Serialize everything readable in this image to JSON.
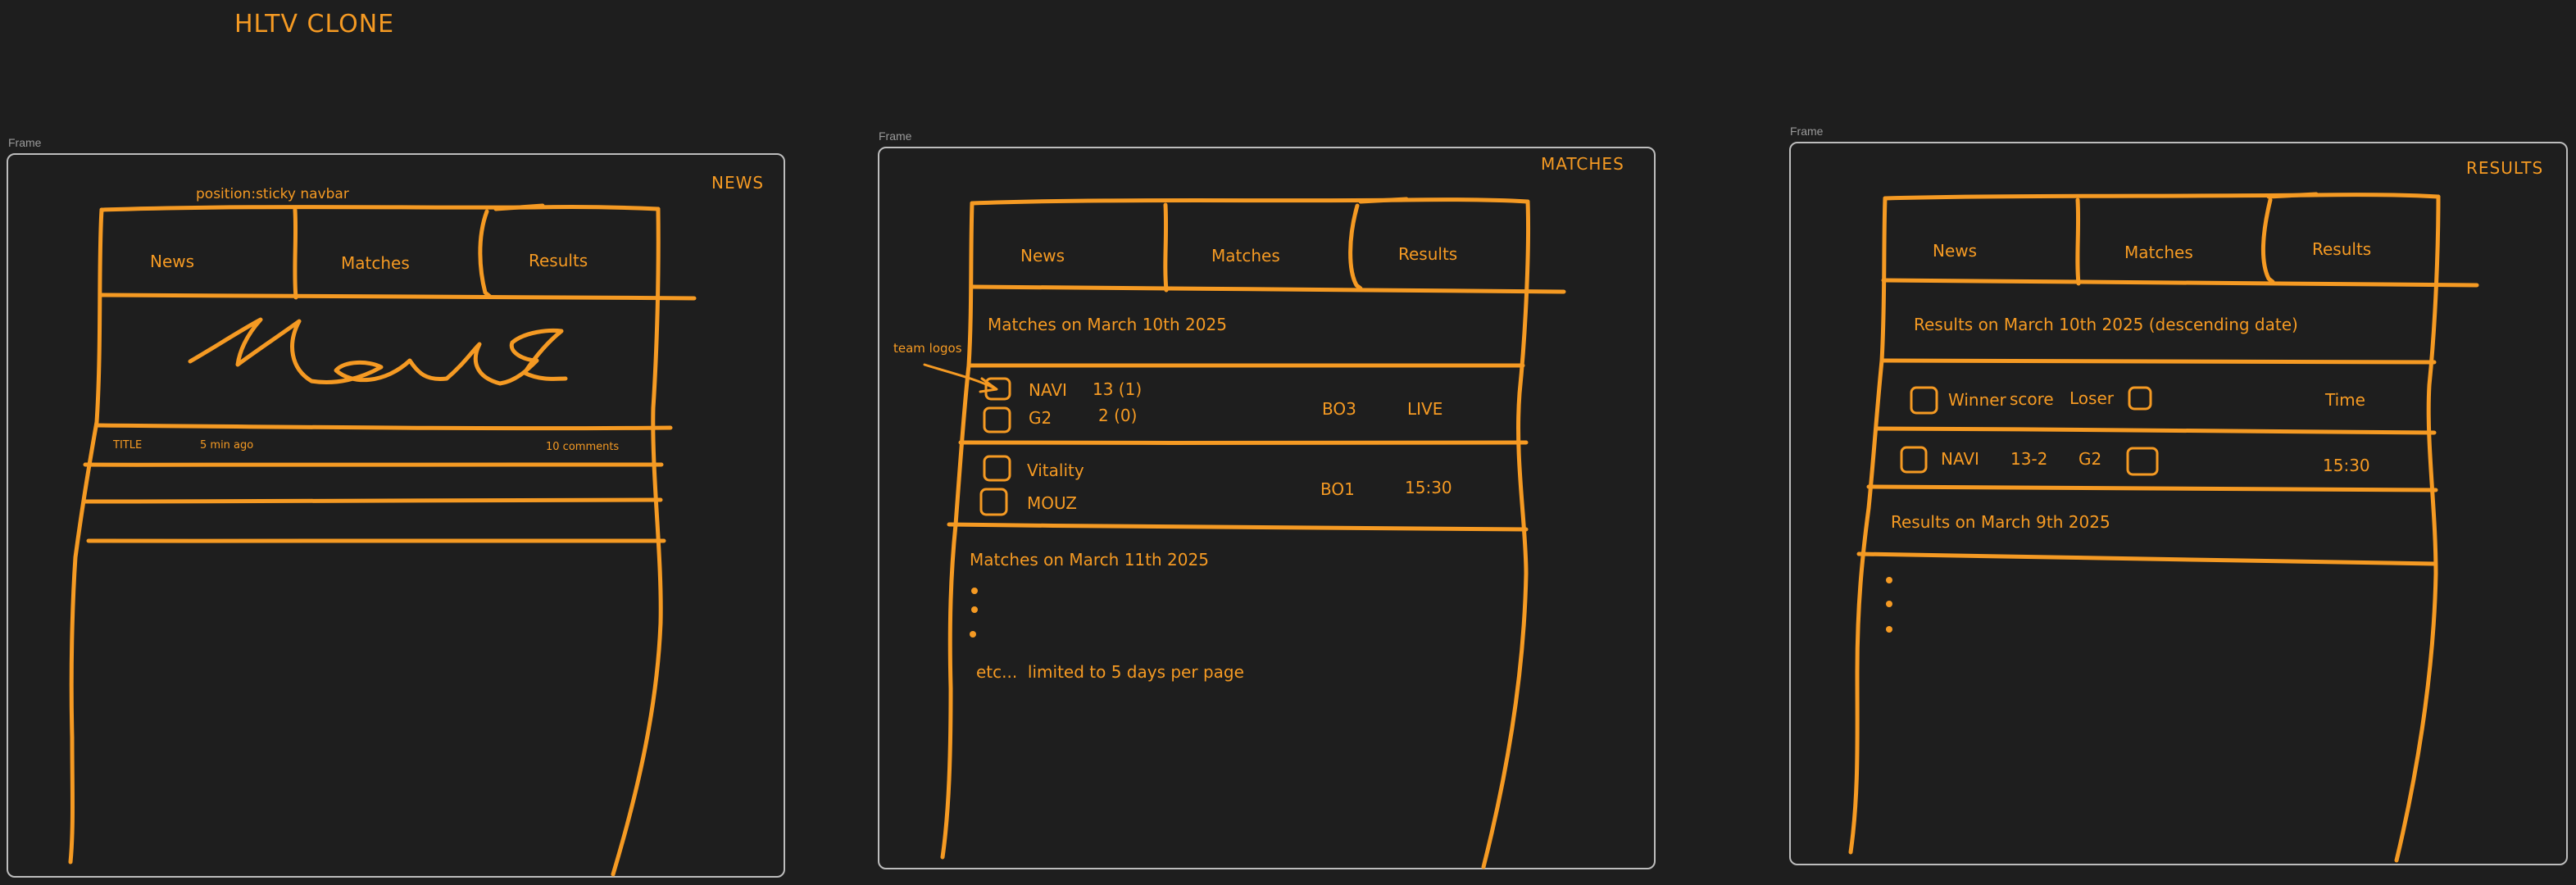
{
  "canvas": {
    "title": "HLTV CLONE",
    "frame_label": "Frame",
    "colors": {
      "background": "#1e1e1e",
      "sketch": "#f59a23",
      "frame_border": "#bdbdbd",
      "frame_label": "#9a9a9a"
    }
  },
  "news_frame": {
    "label": "Frame",
    "page_name": "NEWS",
    "annotation": "position:sticky navbar",
    "nav": [
      "News",
      "Matches",
      "Results"
    ],
    "hero_text": "News",
    "article": {
      "title": "TITLE",
      "time": "5 min ago",
      "comments": "10 comments"
    }
  },
  "matches_frame": {
    "label": "Frame",
    "page_name": "MATCHES",
    "nav": [
      "News",
      "Matches",
      "Results"
    ],
    "day1_heading": "Matches on March 10th 2025",
    "annotation": "team logos",
    "match1": {
      "team1": "NAVI",
      "score1": "13 (1)",
      "team2": "G2",
      "score2": "2 (0)",
      "format": "BO3",
      "status": "LIVE"
    },
    "match2": {
      "team1": "Vitality",
      "team2": "MOUZ",
      "format": "BO1",
      "time": "15:30"
    },
    "day2_heading": "Matches on March 11th 2025",
    "footer_note": "etc...  limited to 5 days per page"
  },
  "results_frame": {
    "label": "Frame",
    "page_name": "RESULTS",
    "nav": [
      "News",
      "Matches",
      "Results"
    ],
    "day1_heading": "Results on March 10th 2025 (descending date)",
    "header_row": {
      "winner": "Winner",
      "score": "score",
      "loser": "Loser",
      "time": "Time"
    },
    "result1": {
      "winner": "NAVI",
      "score": "13-2",
      "loser": "G2",
      "time": "15:30"
    },
    "day2_heading": "Results on March 9th 2025"
  }
}
